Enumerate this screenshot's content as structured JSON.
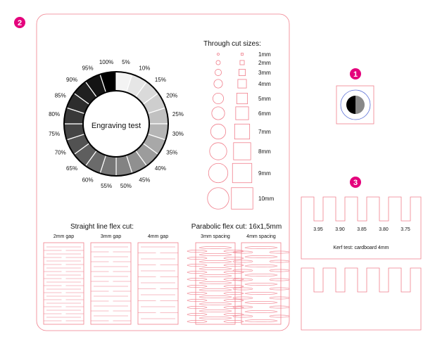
{
  "colors": {
    "cut": "#f07f8c",
    "badge": "#e4007c",
    "blue_circle": "#5a6fd6",
    "text": "#111111"
  },
  "badges": {
    "one": "1",
    "two": "2",
    "three": "3"
  },
  "engraving": {
    "title": "Engraving test",
    "segments": [
      "5%",
      "10%",
      "15%",
      "20%",
      "25%",
      "30%",
      "35%",
      "40%",
      "45%",
      "50%",
      "55%",
      "60%",
      "65%",
      "70%",
      "75%",
      "80%",
      "85%",
      "90%",
      "95%",
      "100%"
    ]
  },
  "through_cut": {
    "title": "Through cut sizes:",
    "sizes": [
      "1mm",
      "2mm",
      "3mm",
      "4mm",
      "5mm",
      "6mm",
      "7mm",
      "8mm",
      "9mm",
      "10mm"
    ]
  },
  "straight_flex": {
    "title": "Straight line flex cut:",
    "gaps": [
      "2mm gap",
      "3mm gap",
      "4mm gap"
    ]
  },
  "parabolic_flex": {
    "title": "Parabolic flex cut: 16x1,5mm",
    "spacings": [
      "3mm spacing",
      "4mm spacing"
    ]
  },
  "kerf": {
    "values": [
      "3.95",
      "3.90",
      "3.85",
      "3.80",
      "3.75"
    ],
    "caption": "Kerf test: cardboard 4mm"
  }
}
